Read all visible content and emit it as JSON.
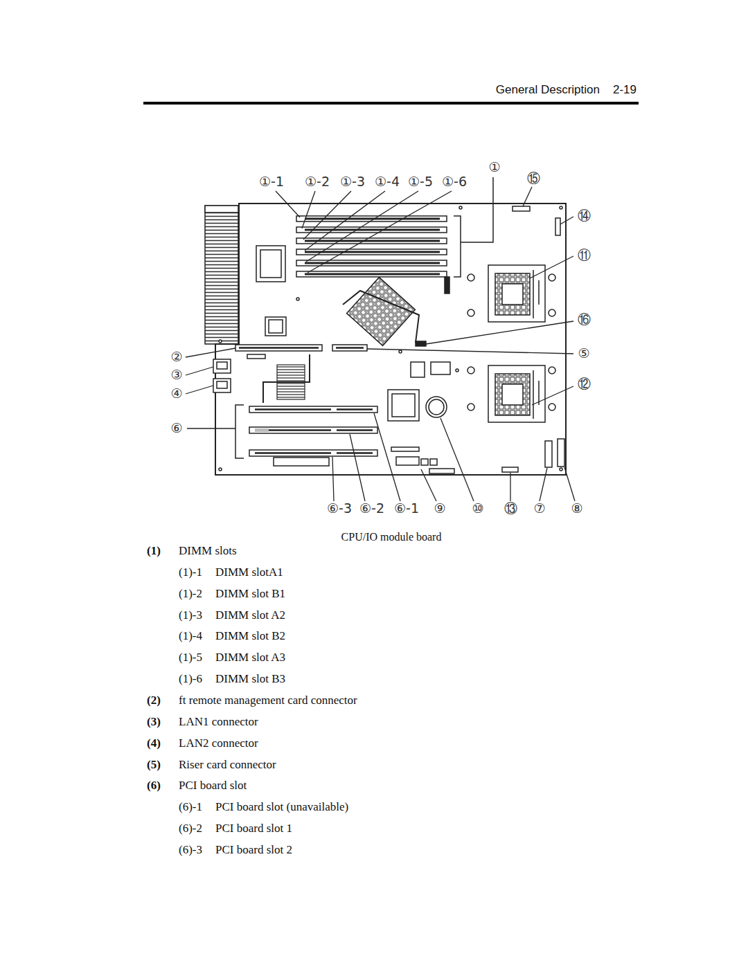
{
  "diagram": {
    "caption": "CPU/IO module board",
    "labels": [
      "General Description",
      "2-19",
      "①-1",
      "①-2",
      "①-3",
      "①-4",
      "①-5",
      "①-6",
      "①",
      "⑮",
      "⑭",
      "⑪",
      "⑯",
      "②",
      "⑤",
      "③",
      "⑫",
      "④",
      "⑥",
      "⑥-3",
      "⑥-2",
      "⑥-1",
      "⑨",
      "⑩",
      "⑬",
      "⑦",
      "⑧",
      "(1)",
      "DIMM slots",
      "(1)-1",
      "DIMM slotA1",
      "(1)-2",
      "DIMM slot B1",
      "(1)-3",
      "DIMM slot A2",
      "(1)-4",
      "DIMM slot B2",
      "(1)-5",
      "DIMM slot A3",
      "(1)-6",
      "DIMM slot B3",
      "(2)",
      "ft remote management card connector",
      "(3)",
      "LAN1 connector",
      "(4)",
      "LAN2 connector",
      "(5)",
      "Riser card connector",
      "(6)",
      "PCI board slot",
      "(6)-1",
      "PCI board slot (unavailable)",
      "(6)-2",
      "PCI board slot 1",
      "(6)-3",
      "PCI board slot 2"
    ]
  }
}
